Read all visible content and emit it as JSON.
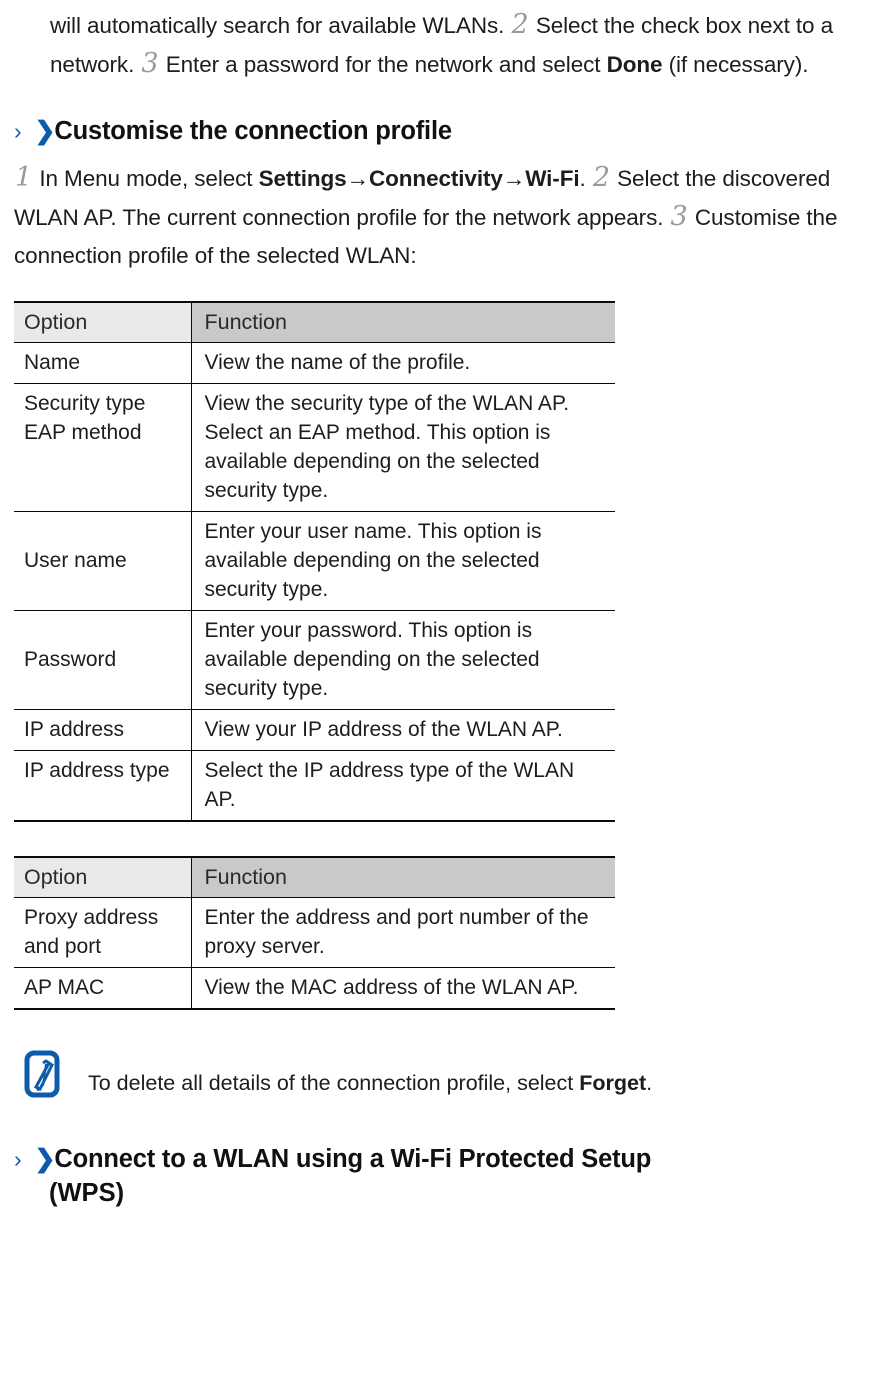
{
  "document": {
    "intro_paragraph": {
      "segments": [
        {
          "type": "text",
          "text": "will automatically search for available WLANs. "
        },
        {
          "type": "stepnum",
          "text": "2"
        },
        {
          "type": "text",
          "text": " Select the check box next to a network. "
        },
        {
          "type": "stepnum",
          "text": "3"
        },
        {
          "type": "text",
          "text": " Enter a password for the network and select "
        },
        {
          "type": "bold",
          "text": "Done"
        },
        {
          "type": "text",
          "text": " (if necessary)."
        }
      ],
      "plain": "will automatically search for available WLANs. 2 Select the check box next to a network. 3 Enter a password for the network and select Done (if necessary)."
    },
    "heading_1": {
      "chevron_thin": "›",
      "chevron_bold": "❯",
      "text": "Customise the connection profile"
    },
    "steps_paragraph": {
      "plain": "1 In Menu mode, select Settings →Connectivity →Wi-Fi. 2 Select the discovered WLAN AP. The current connection profile for the network appears. 3 Customise the connection profile of the selected WLAN:",
      "step_1_number": "1",
      "step_1_lead": " In Menu mode, select ",
      "menu_path": [
        "Settings",
        "Connectivity",
        "Wi-Fi"
      ],
      "menu_arrow": "→",
      "after_path": ". ",
      "step_2_number": "2",
      "step_2_text": " Select the discovered WLAN AP. The current connection profile for the network appears. ",
      "step_3_number": "3",
      "step_3_text": " Customise the connection profile of the selected WLAN:"
    },
    "table_1": {
      "headers": [
        "Option",
        "Function"
      ],
      "rows": [
        {
          "option": "Name",
          "function": "View the name of the profile.",
          "option_align": "middle"
        },
        {
          "option": "Security type EAP method",
          "function": "View the security type of the WLAN AP. Select an EAP method. This option is available depending on the selected security type.",
          "option_align": "top"
        },
        {
          "option": "User name",
          "function": "Enter your user name. This option is available depending on the selected security type.",
          "option_align": "middle"
        },
        {
          "option": "Password",
          "function": "Enter your password. This option is available depending on the selected security type.",
          "option_align": "middle"
        },
        {
          "option": "IP address",
          "function": "View your IP address of the WLAN AP.",
          "option_align": "middle"
        },
        {
          "option": "IP address type",
          "function": "Select the IP address type of the WLAN AP.",
          "option_align": "middle"
        }
      ]
    },
    "table_2": {
      "headers": [
        "Option",
        "Function"
      ],
      "rows": [
        {
          "option": "Proxy address and port",
          "function": "Enter the address and port number of the proxy server.",
          "option_align": "top"
        },
        {
          "option": "AP MAC",
          "function": "View the MAC address of the WLAN AP.",
          "option_align": "middle"
        }
      ]
    },
    "note": {
      "icon": "note-pen-icon",
      "text_before_bold": "To delete all details of the connection profile, select ",
      "bold_word": "Forget",
      "text_after_bold": ".",
      "plain": "To delete all details of the connection profile, select Forget."
    },
    "heading_2": {
      "chevron_thin": "›",
      "chevron_bold": "❯",
      "line_1": "Connect to a WLAN using a Wi-Fi Protected Setup",
      "line_2": "(WPS)"
    },
    "colors": {
      "accent_blue": "#0d5cab",
      "chevron_thin_blue": "#1a5fa8",
      "header_option_bg": "#e9e9e9",
      "header_function_bg": "#c9c9c9",
      "stepnum_gray": "#9a9a9a",
      "rule": "#0a0a0a",
      "text": "#1d1d1d"
    }
  }
}
